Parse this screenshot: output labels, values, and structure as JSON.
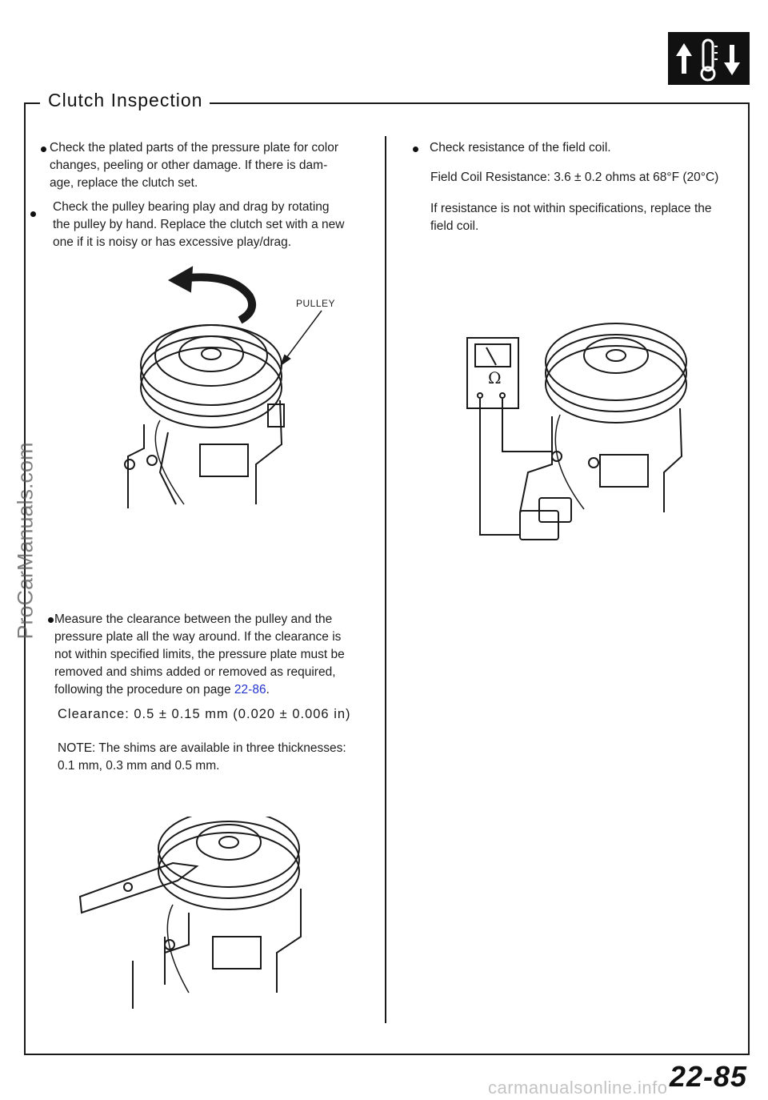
{
  "header": {
    "icon": "thermometer-up-down-icon"
  },
  "section": {
    "title": "Clutch Inspection"
  },
  "left": {
    "bullet1": {
      "line1": "Check the plated parts of the pressure plate for color",
      "line2": "changes, peeling or other damage. If there is dam-",
      "line3": "age, replace the clutch set."
    },
    "bullet2": {
      "line1": "Check the pulley bearing play and drag by rotating",
      "line2": "the pulley by hand. Replace the clutch set with a new",
      "line3": "one if it is noisy or has excessive play/drag."
    },
    "figure1": {
      "label": "PULLEY"
    },
    "bullet3": {
      "line1": "Measure the clearance between the pulley and the",
      "line2": "pressure plate all the way around. If the clearance is",
      "line3": "not within specified limits, the pressure plate must be",
      "line4": "removed and shims added or removed as required,",
      "line5_prefix": "following the procedure on page ",
      "line5_link": "22-86",
      "line5_suffix": "."
    },
    "clearance": "Clearance: 0.5 ± 0.15 mm (0.020 ± 0.006 in)",
    "note": {
      "line1": "NOTE: The shims are available in three thicknesses:",
      "line2": "0.1 mm, 0.3 mm and 0.5 mm."
    }
  },
  "right": {
    "bullet1": "Check resistance of the field coil.",
    "spec": "Field Coil Resistance: 3.6 ± 0.2 ohms at 68°F (20°C)",
    "if_line1": "If resistance is not within specifications, replace the",
    "if_line2": "field coil.",
    "meter_symbol": "Ω"
  },
  "page_number": "22-85",
  "watermarks": {
    "side": "ProCarManuals.com",
    "bottom": "carmanualsonline.info"
  }
}
